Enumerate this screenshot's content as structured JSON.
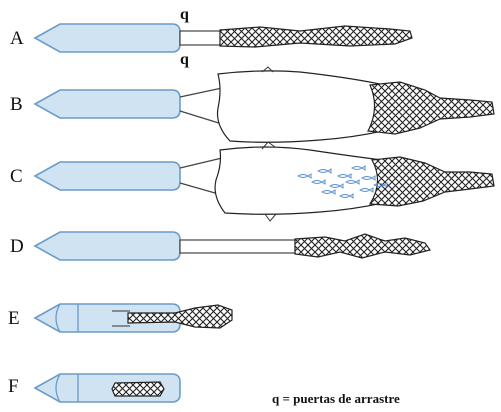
{
  "rows": [
    {
      "id": "A",
      "label": "A"
    },
    {
      "id": "B",
      "label": "B"
    },
    {
      "id": "C",
      "label": "C"
    },
    {
      "id": "D",
      "label": "D"
    },
    {
      "id": "E",
      "label": "E"
    },
    {
      "id": "F",
      "label": "F"
    }
  ],
  "door_marker": "q",
  "legend_text": "q = puertas de arrastre",
  "colors": {
    "hull_fill": "#cfe3f3",
    "hull_stroke": "#6a9cc7",
    "fish": "#5b8fd0",
    "mesh": "#222222"
  }
}
